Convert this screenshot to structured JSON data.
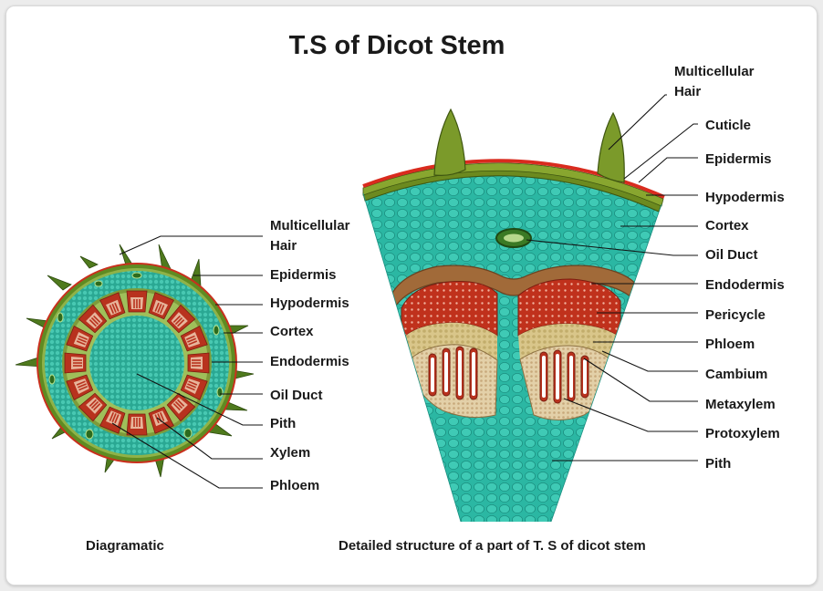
{
  "title": "T.S of Dicot Stem",
  "left_diagram": {
    "caption": "Diagramatic",
    "labels": {
      "hair_1": "Multicellular",
      "hair_2": "Hair",
      "epidermis": "Epidermis",
      "hypodermis": "Hypodermis",
      "cortex": "Cortex",
      "endodermis": "Endodermis",
      "oil_duct": "Oil Duct",
      "pith": "Pith",
      "xylem": "Xylem",
      "phloem": "Phloem"
    }
  },
  "right_diagram": {
    "caption": "Detailed structure of a part of T. S of dicot stem",
    "labels": {
      "hair_1": "Multicellular",
      "hair_2": "Hair",
      "cuticle": "Cuticle",
      "epidermis": "Epidermis",
      "hypodermis": "Hypodermis",
      "cortex": "Cortex",
      "oil_duct": "Oil Duct",
      "endodermis": "Endodermis",
      "pericycle": "Pericycle",
      "phloem": "Phloem",
      "cambium": "Cambium",
      "metaxylem": "Metaxylem",
      "protoxylem": "Protoxylem",
      "pith": "Pith"
    }
  },
  "colors": {
    "cortex": "#2bb7a3",
    "cuticle": "#d92b1e",
    "hypodermis": "#6c8a1f",
    "endodermis": "#9a6a3a",
    "pericycle": "#c5371a",
    "phloem": "#d9c68a",
    "xylem_vessel": "#b8321e",
    "line": "#111111"
  }
}
